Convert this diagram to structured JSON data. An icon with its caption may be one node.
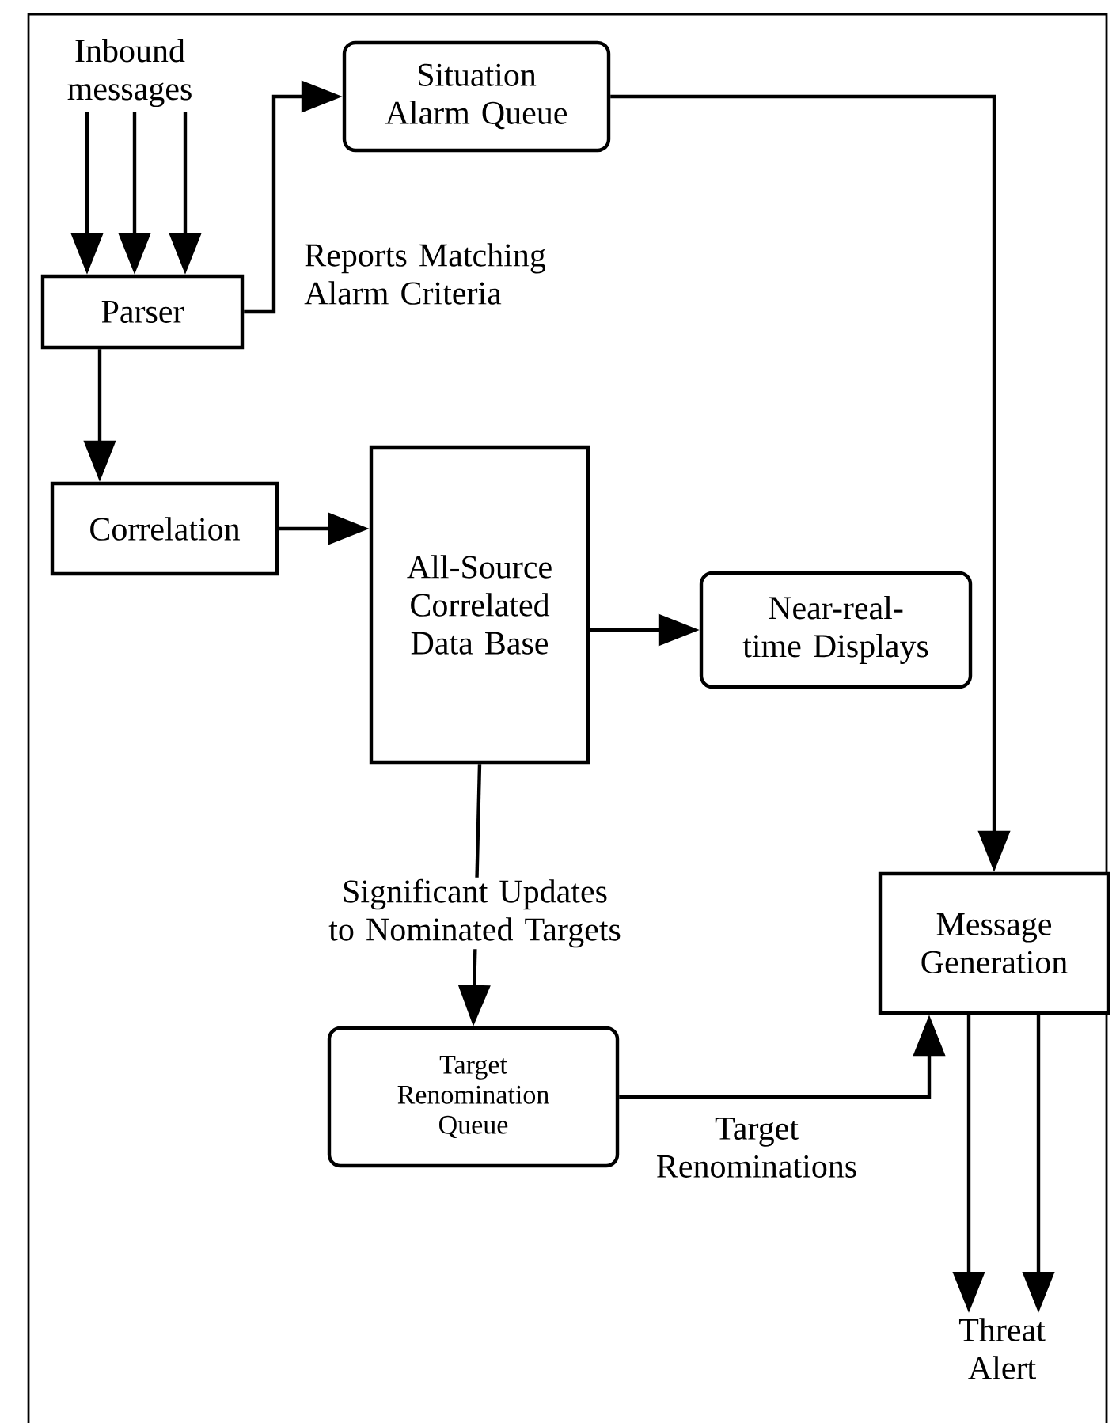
{
  "diagram": {
    "nodes": [
      {
        "text": [
          "Inbound messages"
        ]
      },
      {
        "text": [
          "Parser"
        ]
      },
      {
        "text": [
          "Situation Alarm Queue"
        ]
      },
      {
        "text": [
          "Correlation"
        ]
      },
      {
        "text": [
          "All-Source Correlated Data Base"
        ]
      },
      {
        "text": [
          "Near-real-time Displays"
        ]
      },
      {
        "text": [
          "Message Generation"
        ]
      },
      {
        "text": [
          "Target Renomination Queue"
        ]
      },
      {
        "text": [
          "Threat Alert"
        ]
      }
    ],
    "edges": [
      {
        "from": 0,
        "to": 1,
        "arrow": "to"
      },
      {
        "from": 0,
        "to": 1,
        "arrow": "to"
      },
      {
        "from": 0,
        "to": 1,
        "arrow": "to"
      },
      {
        "from": 1,
        "to": 2,
        "arrow": "to",
        "label": "Reports Matching Alarm Criteria"
      },
      {
        "from": 1,
        "to": 3,
        "arrow": "to"
      },
      {
        "from": 3,
        "to": 4,
        "arrow": "to"
      },
      {
        "from": 4,
        "to": 5,
        "arrow": "to"
      },
      {
        "from": 4,
        "to": 7,
        "arrow": "to",
        "label": "Significant Updates to Nominated Targets"
      },
      {
        "from": 2,
        "to": 6,
        "arrow": "to"
      },
      {
        "from": 7,
        "to": 6,
        "arrow": "to",
        "label": "Target Renominations"
      },
      {
        "from": 6,
        "to": 8,
        "arrow": "to"
      },
      {
        "from": 6,
        "to": 8,
        "arrow": "to"
      }
    ]
  }
}
